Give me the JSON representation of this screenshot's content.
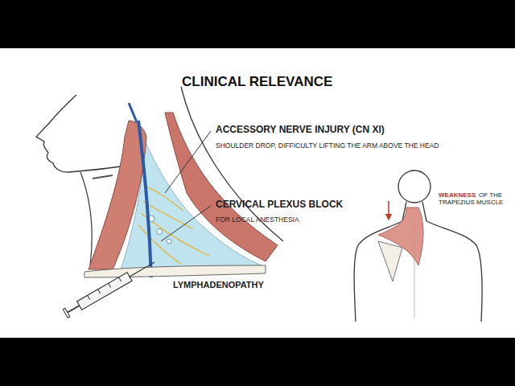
{
  "diagram": {
    "title": "CLINICAL RELEVANCE",
    "labels": [
      "ACCESSORY NERVE INJURY (CN XI)",
      "SHOULDER DROP, DIFFICULTY LIFTING THE ARM ABOVE THE HEAD",
      "CERVICAL PLEXUS BLOCK",
      "FOR LOCAL ANESTHESIA",
      "LYMPHADENOPATHY",
      "WEAKNESS",
      "OF THE TRAPEZIUS MUSCLE"
    ]
  }
}
